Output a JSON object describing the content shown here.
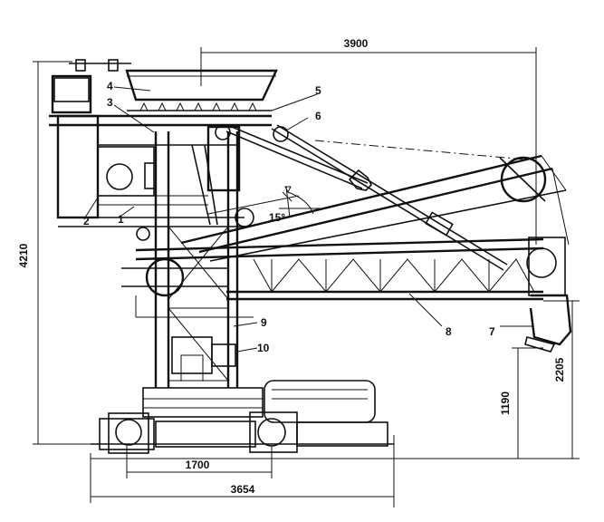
{
  "dimensions": {
    "top_width": "3900",
    "total_height": "4210",
    "right_height": "2205",
    "lower_height": "1190",
    "wheel_spacing": "1700",
    "base_length": "3654",
    "angle": "15°"
  },
  "callouts": [
    "1",
    "2",
    "3",
    "4",
    "5",
    "6",
    "7",
    "8",
    "9",
    "10"
  ]
}
